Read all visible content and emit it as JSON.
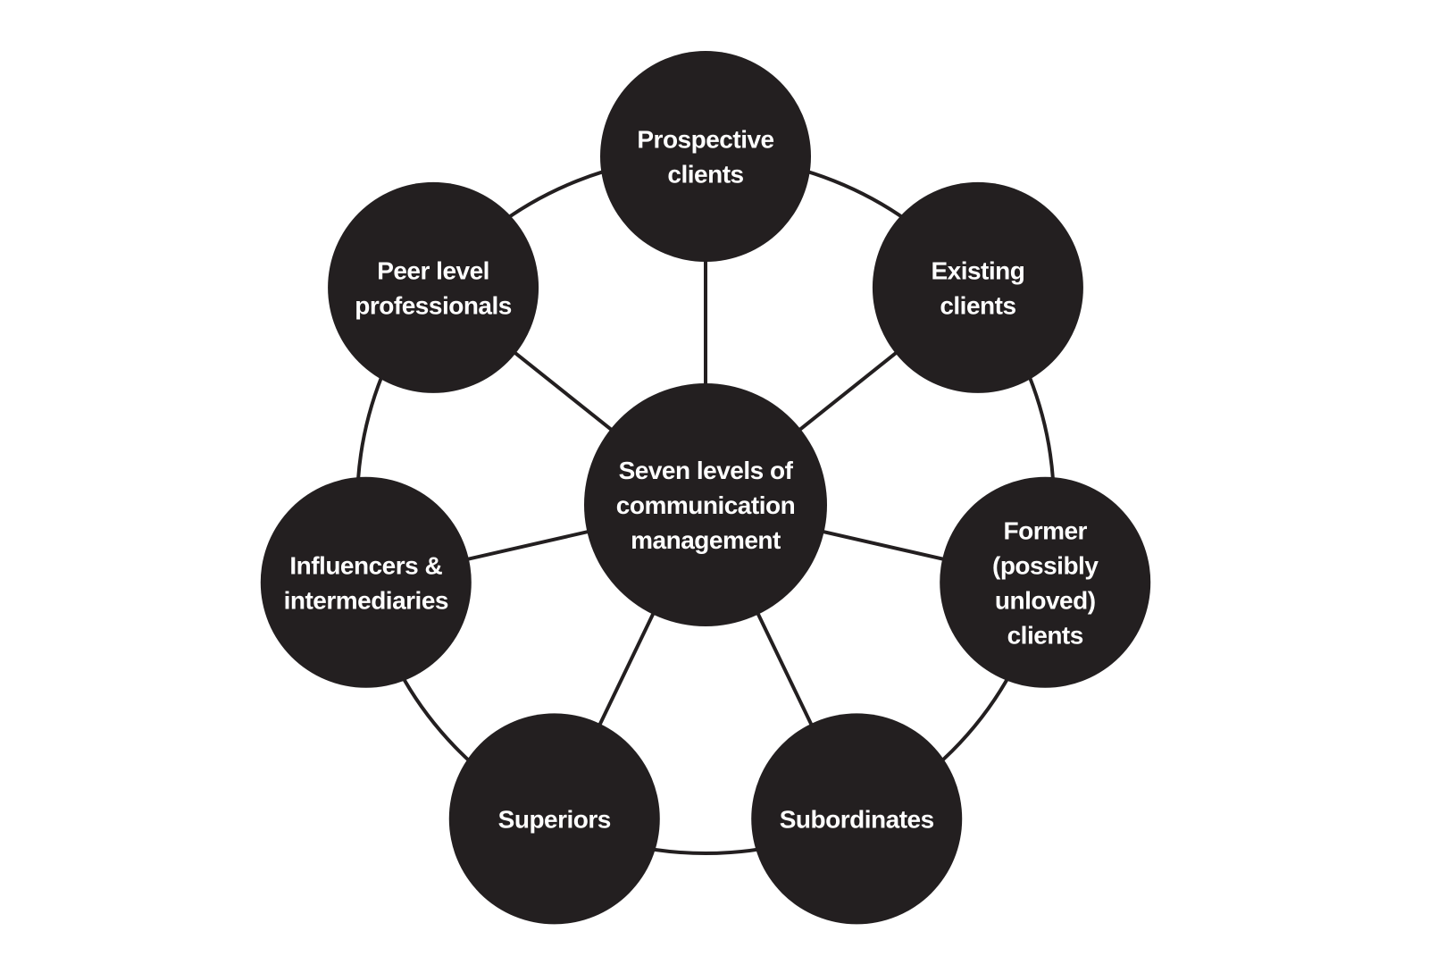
{
  "diagram": {
    "center": {
      "lines": [
        "Seven levels of",
        "communication",
        "management"
      ]
    },
    "nodes": [
      {
        "id": "prospective-clients",
        "lines": [
          "Prospective",
          "clients"
        ]
      },
      {
        "id": "existing-clients",
        "lines": [
          "Existing",
          "clients"
        ]
      },
      {
        "id": "former-clients",
        "lines": [
          "Former",
          "(possibly",
          "unloved)",
          "clients"
        ]
      },
      {
        "id": "subordinates",
        "lines": [
          "Subordinates"
        ]
      },
      {
        "id": "superiors",
        "lines": [
          "Superiors"
        ]
      },
      {
        "id": "influencers-intermediaries",
        "lines": [
          "Influencers &",
          "intermediaries"
        ]
      },
      {
        "id": "peer-level-professionals",
        "lines": [
          "Peer level",
          "professionals"
        ]
      }
    ]
  },
  "colors": {
    "node_fill": "#231f20",
    "line": "#231f20",
    "text": "#ffffff",
    "background": "#ffffff"
  }
}
